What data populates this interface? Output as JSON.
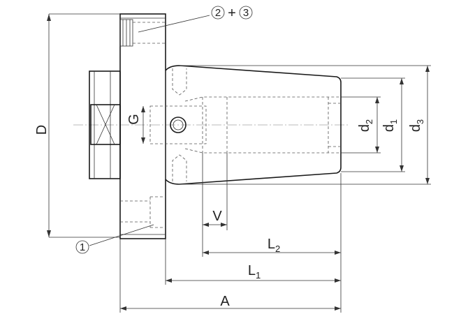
{
  "labels": {
    "D": "D",
    "G": "G",
    "V": "V",
    "A": "A",
    "L1_main": "L",
    "L1_sub": "1",
    "L2_main": "L",
    "L2_sub": "2",
    "d1_main": "d",
    "d1_sub": "1",
    "d2_main": "d",
    "d2_sub": "2",
    "d3_main": "d",
    "d3_sub": "3"
  },
  "callouts": {
    "part1": "1",
    "part2": "2",
    "part3": "3",
    "plus": "+"
  }
}
